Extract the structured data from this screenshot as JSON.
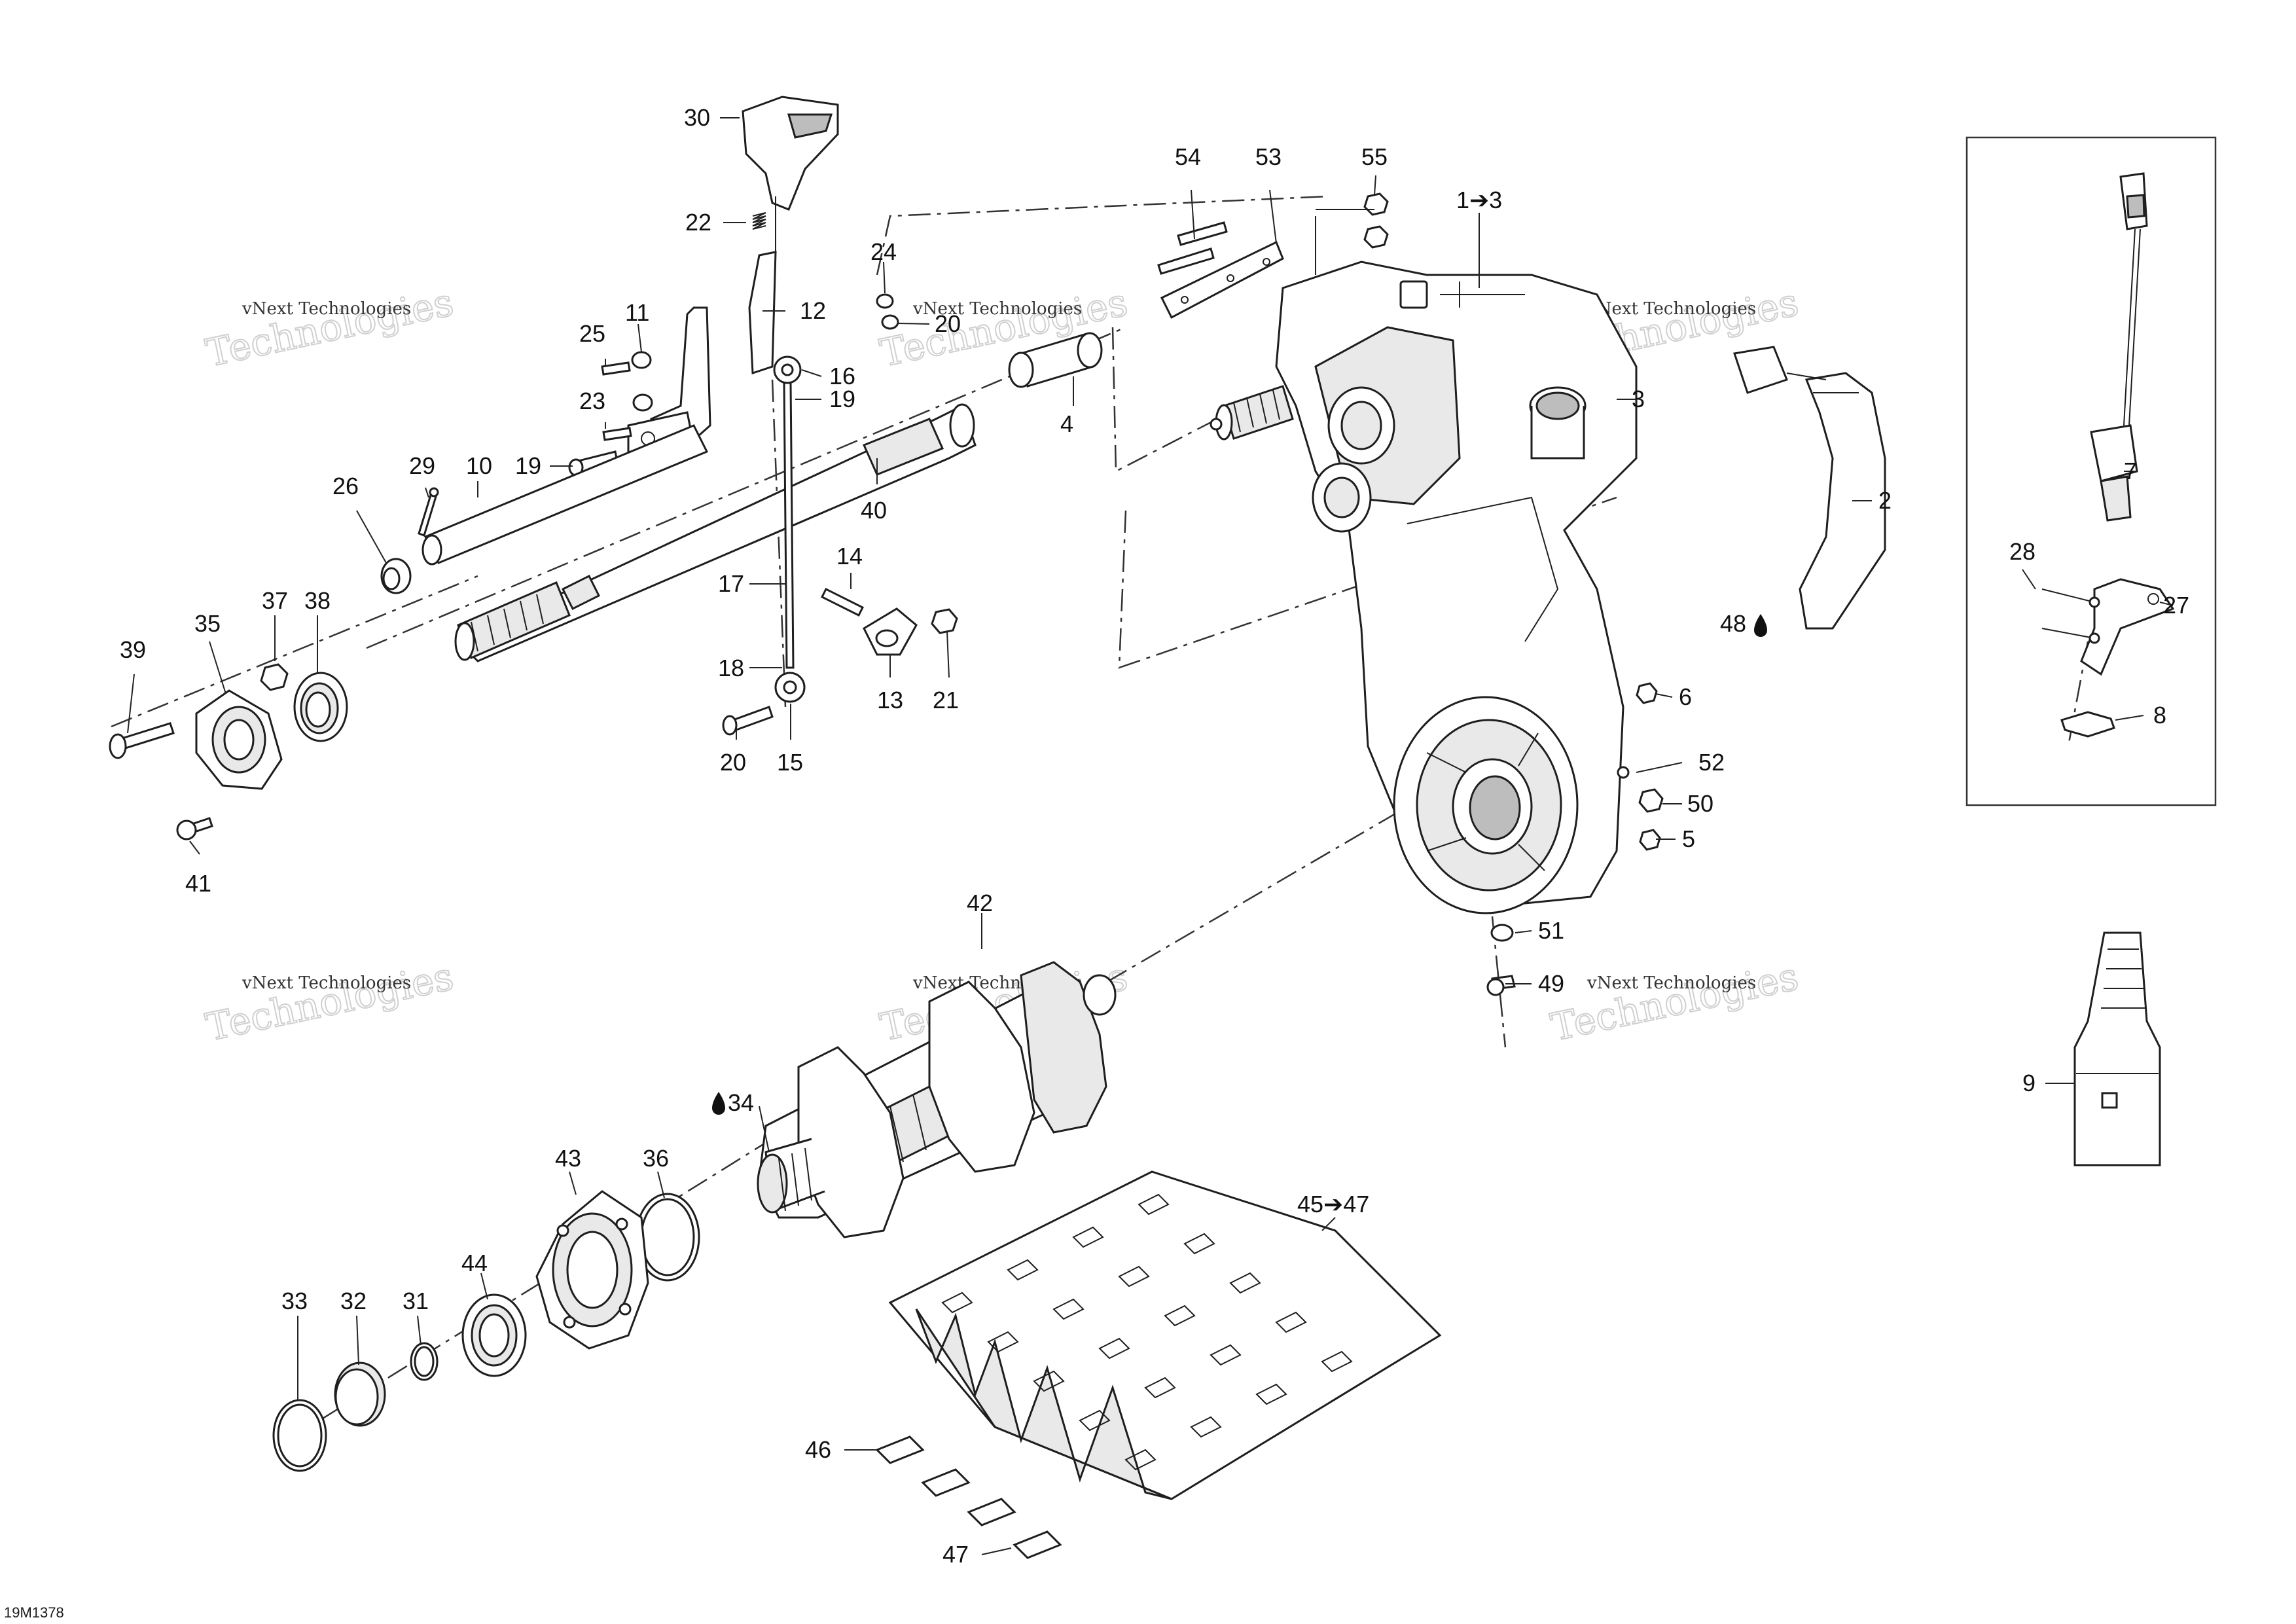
{
  "diagram_id": "19M1378",
  "watermark": {
    "brand": "vNext Technologies",
    "big": "Technologies",
    "small": "vNext Technologies"
  },
  "callouts": {
    "c30": "30",
    "c22": "22",
    "c24": "24",
    "c12": "12",
    "c11": "11",
    "c20a": "20",
    "c25": "25",
    "c23": "23",
    "c16": "16",
    "c19a": "19",
    "c19b": "19",
    "c10": "10",
    "c29": "29",
    "c26": "26",
    "c40": "40",
    "c4": "4",
    "c14": "14",
    "c17": "17",
    "c37": "37",
    "c38": "38",
    "c35": "35",
    "c39": "39",
    "c13": "13",
    "c21": "21",
    "c18": "18",
    "c20b": "20",
    "c15": "15",
    "c41": "41",
    "c54": "54",
    "c53": "53",
    "c55": "55",
    "c1to3": "1➔3",
    "c3": "3",
    "c2": "2",
    "c48": "48",
    "c6": "6",
    "c52": "52",
    "c50": "50",
    "c5": "5",
    "c51": "51",
    "c49": "49",
    "c7": "7",
    "c28": "28",
    "c27": "27",
    "c8": "8",
    "c9": "9",
    "c42": "42",
    "c34": "34",
    "c43": "43",
    "c36": "36",
    "c44": "44",
    "c33": "33",
    "c32": "32",
    "c31": "31",
    "c45to47": "45➔47",
    "c46": "46",
    "c47": "47"
  }
}
